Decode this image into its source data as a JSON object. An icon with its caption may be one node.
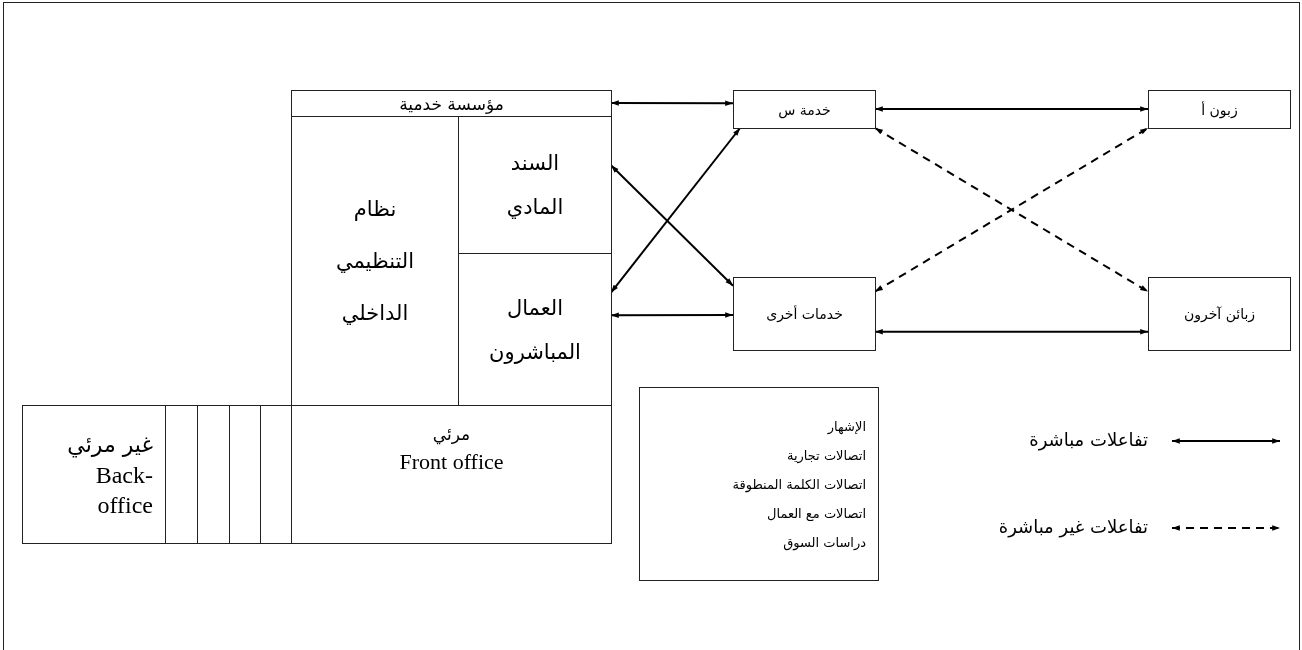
{
  "diagram": {
    "nodes": [
      {
        "text": [
          "مؤسسة خدمية"
        ]
      },
      {
        "text": [
          "نظام التنظيمي الداخلي"
        ]
      },
      {
        "text": [
          "السند المادي"
        ]
      },
      {
        "text": [
          "العمال المباشرون"
        ]
      },
      {
        "text": [
          "مرئي",
          "Front office"
        ]
      },
      {
        "text": [
          "غير مرئي",
          "Back-office"
        ]
      },
      {
        "text": [],
        "shape": "box"
      },
      {
        "text": [],
        "shape": "box"
      },
      {
        "text": [],
        "shape": "box"
      },
      {
        "text": [],
        "shape": "box"
      },
      {
        "text": [
          "خدمة س"
        ]
      },
      {
        "text": [
          "زبون أ"
        ]
      },
      {
        "text": [
          "خدمات أخرى"
        ]
      },
      {
        "text": [
          "زبائن آخرون"
        ]
      },
      {
        "text": [
          "الإشهار",
          "اتصالات تجارية",
          "اتصالات الكلمة المنطوقة",
          "اتصالات مع العمال",
          "دراسات السوق"
        ]
      }
    ],
    "edges": [
      {
        "from": 0,
        "to": 10,
        "arrow": "both"
      },
      {
        "from": 10,
        "to": 11,
        "arrow": "both"
      },
      {
        "from": 3,
        "to": 12,
        "arrow": "both"
      },
      {
        "from": 12,
        "to": 13,
        "arrow": "both"
      },
      {
        "from": 2,
        "to": 12,
        "arrow": "both"
      },
      {
        "from": 3,
        "to": 10,
        "arrow": "both"
      },
      {
        "from": 10,
        "to": 13,
        "arrow": "both",
        "style": "dashed"
      },
      {
        "from": 12,
        "to": 11,
        "arrow": "both",
        "style": "dashed"
      }
    ],
    "legend": [
      {
        "text": "تفاعلات مباشرة"
      },
      {
        "text": "تفاعلات غير مباشرة"
      }
    ]
  }
}
